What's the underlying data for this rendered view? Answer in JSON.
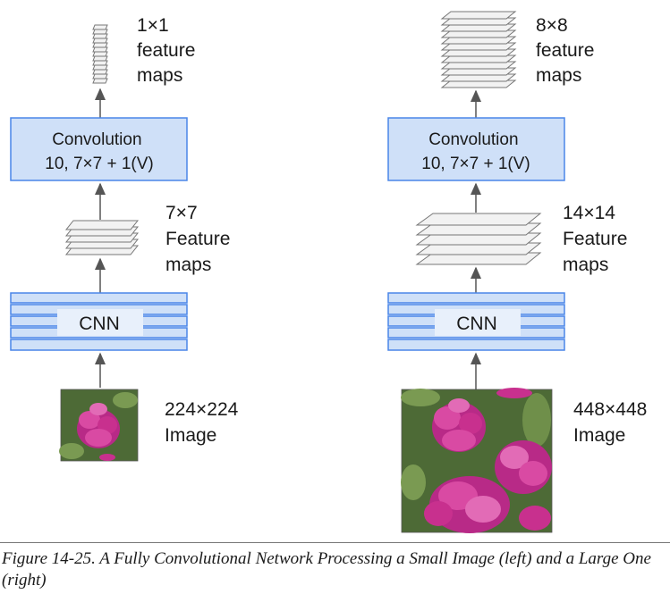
{
  "left": {
    "output_label": [
      "1×1",
      "feature",
      "maps"
    ],
    "conv_label": [
      "Convolution",
      "10, 7×7 + 1(V)"
    ],
    "mid_label": [
      "7×7",
      "Feature",
      "maps"
    ],
    "cnn_label": "CNN",
    "image_label": [
      "224×224",
      "Image"
    ]
  },
  "right": {
    "output_label": [
      "8×8",
      "feature",
      "maps"
    ],
    "conv_label": [
      "Convolution",
      "10, 7×7 + 1(V)"
    ],
    "mid_label": [
      "14×14",
      "Feature",
      "maps"
    ],
    "cnn_label": "CNN",
    "image_label": [
      "448×448",
      "Image"
    ]
  },
  "caption": "Figure 14-25. A Fully Convolutional Network Processing a Small Image (left) and a Large One (right)",
  "colors": {
    "box_fill": "#cfe0f8",
    "box_stroke": "#4a86e8",
    "arrow": "#555555",
    "layer_fill": "#f2f2f2",
    "layer_stroke": "#777777",
    "petal": "#c8308e",
    "leaf": "#5b7d3e"
  }
}
